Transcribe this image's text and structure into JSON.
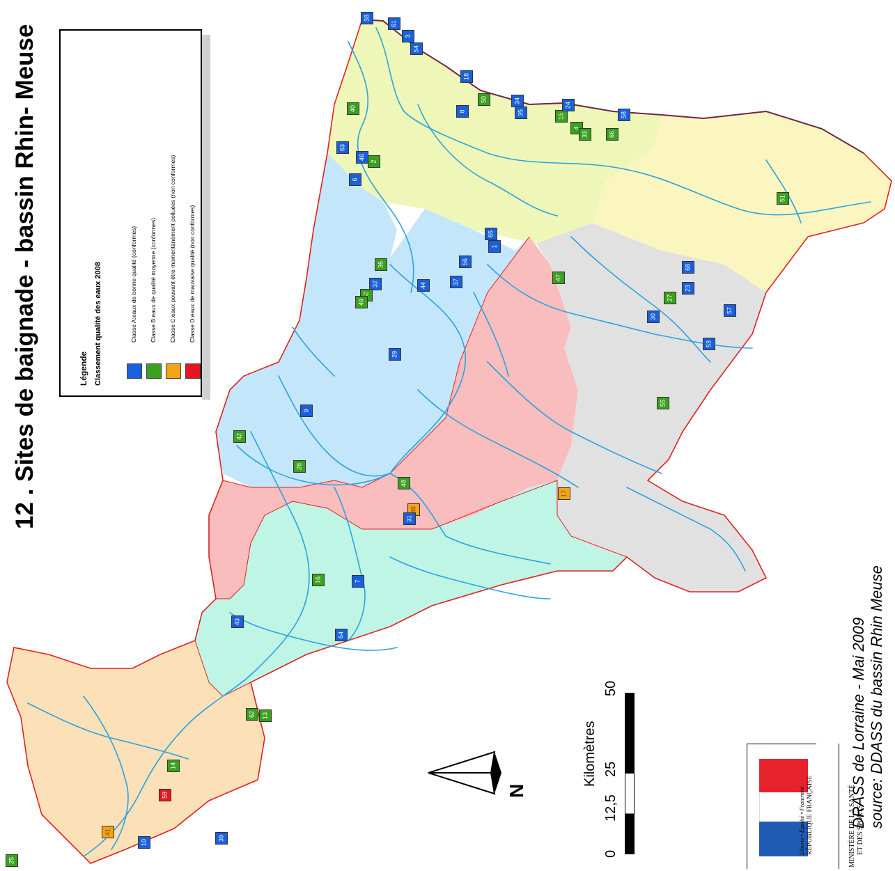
{
  "title": "12 . Sites de baignade - bassin Rhin- Meuse",
  "legend": {
    "heading": "Légende",
    "subheading": "Classement qualité des eaux 2008",
    "classes": [
      {
        "label": "Classe A:eaux de bonne qualité (conformes)",
        "color": "#1a5fdc"
      },
      {
        "label": "Classe B:eaux de qualité moyenne (conformes)",
        "color": "#3aa01e"
      },
      {
        "label": "Classe C:eaux pouvant être momentanément polluées (non conformes)",
        "color": "#f4a418"
      },
      {
        "label": "Classe D:eaux de mauvaise qualité (non conformes)",
        "color": "#e8141e"
      }
    ]
  },
  "scale": {
    "unit": "Kilomètres",
    "ticks": [
      "0",
      "12,5",
      "25",
      "50"
    ]
  },
  "north_label": "N",
  "credits": {
    "line1": "DRASS de Lorraine - Mai 2009",
    "line2": "source: DDASS du bassin Rhin Meuse"
  },
  "logo": {
    "motto": "Liberté • Égalité • Fraternité",
    "republic": "RÉPUBLIQUE FRANÇAISE",
    "ministry_line1": "MINISTÈRE DE LA SANTÉ",
    "ministry_line2": "ET DES SPORTS"
  },
  "colors": {
    "classA": "#1a5fdc",
    "classB": "#3aa01e",
    "classC": "#f4a418",
    "classD": "#e8141e",
    "river": "#2aa3df",
    "border": "#e02020",
    "zone_yellowgreen": "#eef7b8",
    "zone_lightyellow": "#fbf6bf",
    "zone_lightblue": "#c4e6fa",
    "zone_pink": "#f9bdbd",
    "zone_grey": "#e1e1e1",
    "zone_mint": "#bff5e5",
    "zone_peach": "#fbe0b8"
  },
  "sites": [
    {
      "n": "38",
      "cls": "A"
    },
    {
      "n": "61",
      "cls": "A"
    },
    {
      "n": "3",
      "cls": "A"
    },
    {
      "n": "54",
      "cls": "A"
    },
    {
      "n": "18",
      "cls": "A"
    },
    {
      "n": "50",
      "cls": "B"
    },
    {
      "n": "34",
      "cls": "A"
    },
    {
      "n": "35",
      "cls": "A"
    },
    {
      "n": "8",
      "cls": "A"
    },
    {
      "n": "15",
      "cls": "B"
    },
    {
      "n": "24",
      "cls": "A"
    },
    {
      "n": "58",
      "cls": "A"
    },
    {
      "n": "4",
      "cls": "B"
    },
    {
      "n": "33",
      "cls": "B"
    },
    {
      "n": "66",
      "cls": "B"
    },
    {
      "n": "40",
      "cls": "B"
    },
    {
      "n": "63",
      "cls": "A"
    },
    {
      "n": "46",
      "cls": "A"
    },
    {
      "n": "2",
      "cls": "B"
    },
    {
      "n": "6",
      "cls": "A"
    },
    {
      "n": "51",
      "cls": "B"
    },
    {
      "n": "65",
      "cls": "A"
    },
    {
      "n": "1",
      "cls": "A"
    },
    {
      "n": "56",
      "cls": "A"
    },
    {
      "n": "36",
      "cls": "B"
    },
    {
      "n": "32",
      "cls": "A"
    },
    {
      "n": "52",
      "cls": "B"
    },
    {
      "n": "49",
      "cls": "B"
    },
    {
      "n": "44",
      "cls": "A"
    },
    {
      "n": "37",
      "cls": "A"
    },
    {
      "n": "47",
      "cls": "B"
    },
    {
      "n": "68",
      "cls": "A"
    },
    {
      "n": "27",
      "cls": "B"
    },
    {
      "n": "23",
      "cls": "A"
    },
    {
      "n": "30",
      "cls": "A"
    },
    {
      "n": "57",
      "cls": "A"
    },
    {
      "n": "53",
      "cls": "A"
    },
    {
      "n": "29",
      "cls": "A"
    },
    {
      "n": "9",
      "cls": "A"
    },
    {
      "n": "55",
      "cls": "B"
    },
    {
      "n": "42",
      "cls": "B"
    },
    {
      "n": "28",
      "cls": "B"
    },
    {
      "n": "48",
      "cls": "B"
    },
    {
      "n": "17",
      "cls": "C"
    },
    {
      "n": "45",
      "cls": "C"
    },
    {
      "n": "31",
      "cls": "A"
    },
    {
      "n": "16",
      "cls": "B"
    },
    {
      "n": "7",
      "cls": "A"
    },
    {
      "n": "43",
      "cls": "A"
    },
    {
      "n": "64",
      "cls": "A"
    },
    {
      "n": "62",
      "cls": "B"
    },
    {
      "n": "13",
      "cls": "B"
    },
    {
      "n": "14",
      "cls": "B"
    },
    {
      "n": "59",
      "cls": "D"
    },
    {
      "n": "39",
      "cls": "A"
    },
    {
      "n": "25",
      "cls": "B"
    },
    {
      "n": "10",
      "cls": "A"
    },
    {
      "n": "41",
      "cls": "C"
    }
  ]
}
